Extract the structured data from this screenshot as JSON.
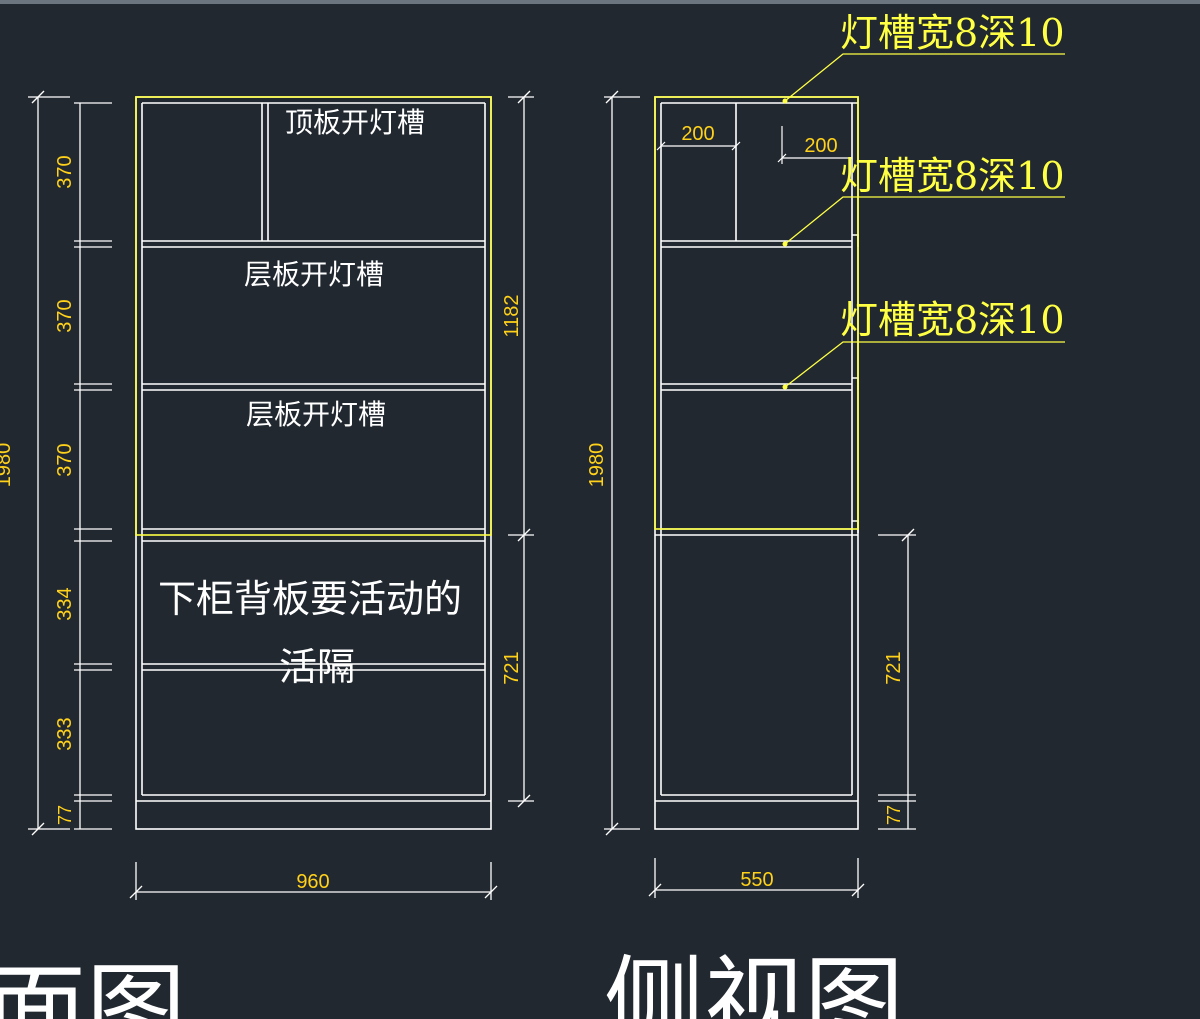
{
  "colors": {
    "background": "#212830",
    "outline": "#ffffff",
    "upper_cabinet_outline": "#ffff44",
    "dimension": "#ffd11a",
    "annotation": "#ffff44",
    "label": "#ffffff"
  },
  "front_view": {
    "title": "面图",
    "labels": {
      "top_panel": "顶板开灯槽",
      "shelf_1": "层板开灯槽",
      "shelf_2": "层板开灯槽",
      "lower_back_line1": "下柜背板要活动的",
      "lower_back_line2": "活隔"
    },
    "dims": {
      "total_height": "1980",
      "seg_1": "370",
      "seg_2": "370",
      "seg_3": "370",
      "seg_4": "334",
      "seg_5": "333",
      "plinth": "77",
      "upper_height": "1182",
      "lower_height": "721",
      "width": "960"
    }
  },
  "side_view": {
    "title": "侧视图",
    "annotations": [
      "灯槽宽8深10",
      "灯槽宽8深10",
      "灯槽宽8深10"
    ],
    "dims": {
      "total_height": "1980",
      "top_left": "200",
      "top_right": "200",
      "lower_height": "721",
      "plinth": "77",
      "depth": "550"
    }
  }
}
